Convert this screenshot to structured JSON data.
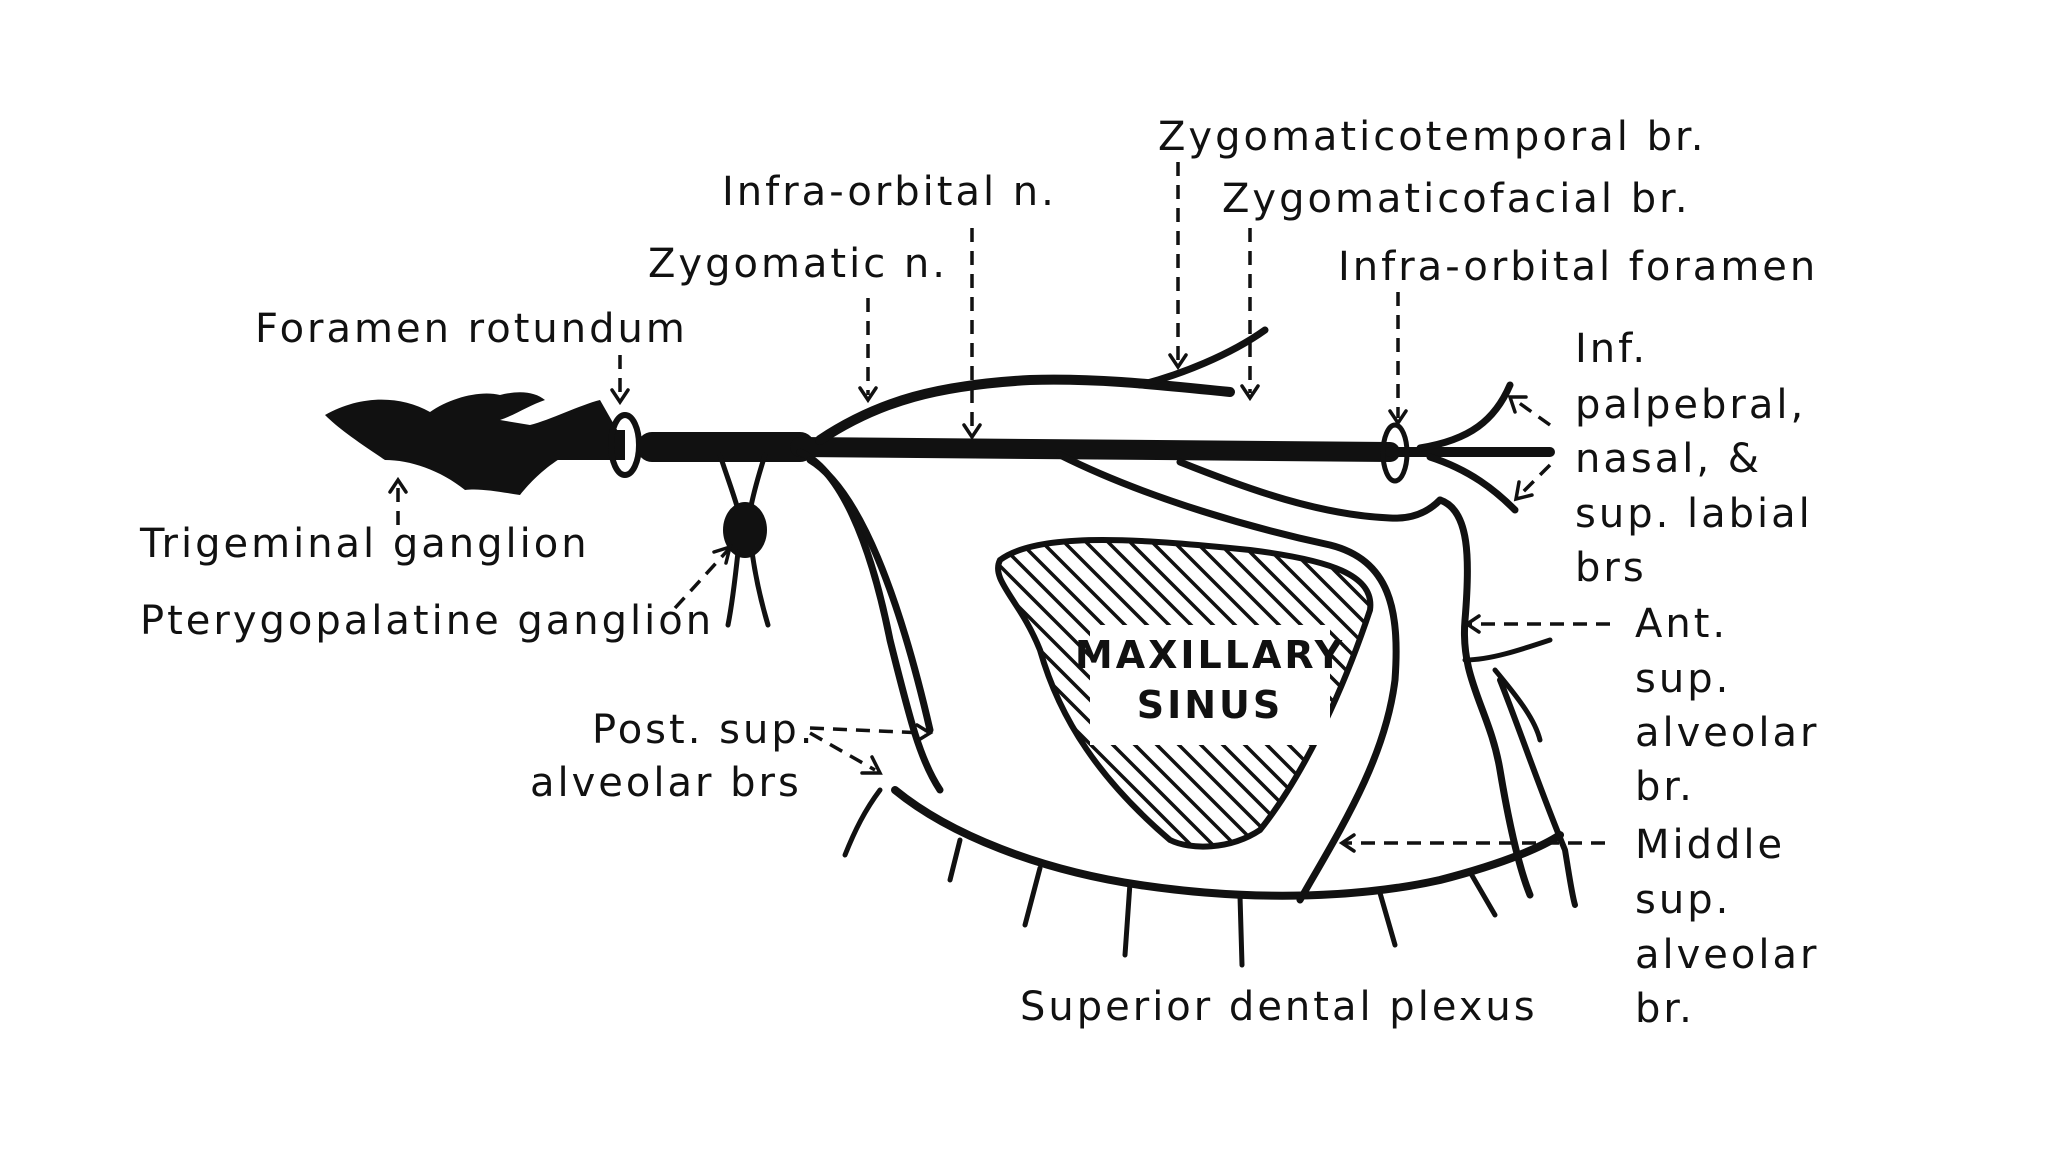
{
  "labels": {
    "zygomaticotemporal": "Zygomaticotemporal br.",
    "zygomaticofacial": "Zygomaticofacial br.",
    "infraorbital_n": "Infra-orbital n.",
    "zygomatic_n": "Zygomatic n.",
    "infraorbital_foramen": "Infra-orbital foramen",
    "foramen_rotundum": "Foramen rotundum",
    "inf_palpebral": [
      "Inf.",
      "palpebral,",
      "nasal, &",
      "sup. labial",
      "brs"
    ],
    "trigeminal_ganglion": "Trigeminal ganglion",
    "pterygopalatine_ganglion": "Pterygopalatine ganglion",
    "maxillary_sinus": [
      "MAXILLARY",
      "SINUS"
    ],
    "post_sup_alveolar": [
      "Post. sup.",
      "alveolar brs"
    ],
    "ant_sup_alveolar": [
      "Ant.",
      "sup.",
      "alveolar",
      "br."
    ],
    "middle_sup_alveolar": [
      "Middle",
      "sup.",
      "alveolar",
      "br."
    ],
    "superior_dental_plexus": "Superior dental plexus"
  },
  "colors": {
    "ink": "#111111",
    "paper": "#ffffff"
  }
}
